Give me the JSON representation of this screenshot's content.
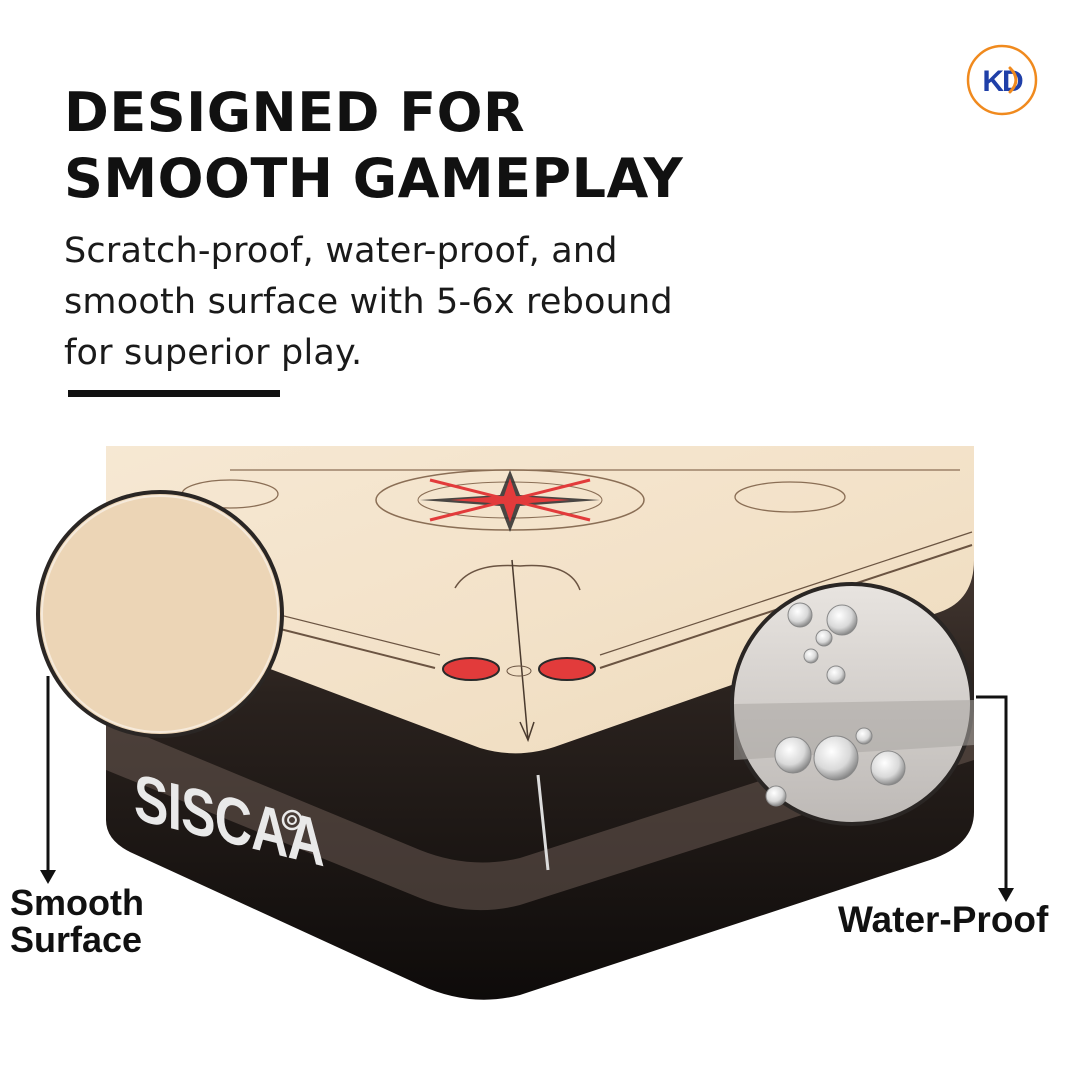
{
  "brand": {
    "logo_text": "KD",
    "board_brand": "SISCAA"
  },
  "headline": {
    "line1": "DESIGNED FOR",
    "line2": "SMOOTH GAMEPLAY"
  },
  "subheadline": {
    "line1": "Scratch-proof, water-proof, and",
    "line2": "smooth surface with 5-6x rebound",
    "line3": "for superior play."
  },
  "features": [
    {
      "line1": "Smooth",
      "line2": "Surface",
      "icon": "wood-swatch-icon"
    },
    {
      "line1": "Water-Proof",
      "icon": "water-droplets-icon"
    }
  ],
  "colors": {
    "text": "#111111",
    "board_surface": "#f3e3cb",
    "frame": "#1b1714",
    "pocket_red": "#e23b3b",
    "logo_blue": "#1f3fa8",
    "logo_orange": "#f08a1e"
  }
}
